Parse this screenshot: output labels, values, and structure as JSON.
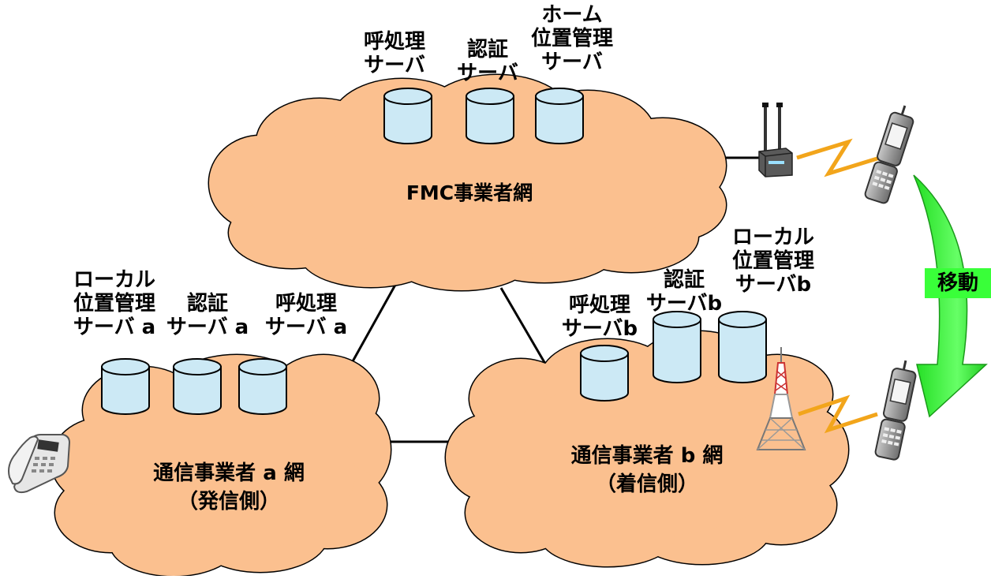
{
  "colors": {
    "cloud_fill": "#fbc08f",
    "cloud_stroke": "#000000",
    "server_fill": "#cce9f5",
    "link": "#000000",
    "radio_wave": "#f2a51b",
    "move_arrow": "#33ff33",
    "move_badge": "#39ff39"
  },
  "networks": {
    "fmc": {
      "label": "FMC事業者網"
    },
    "carrier_a": {
      "line1": "通信事業者 a 網",
      "line2": "（発信側）"
    },
    "carrier_b": {
      "line1": "通信事業者 b 網",
      "line2": "（着信側）"
    }
  },
  "servers": {
    "fmc_call": {
      "line1": "呼処理",
      "line2": "サーバ"
    },
    "fmc_auth": {
      "line1": "認証",
      "line2": "サーバ"
    },
    "fmc_home": {
      "line1": "ホーム",
      "line2": "位置管理",
      "line3": "サーバ"
    },
    "a_local": {
      "line1": "ローカル",
      "line2": "位置管理",
      "line3": "サーバ a"
    },
    "a_auth": {
      "line1": "認証",
      "line2": "サーバ a"
    },
    "a_call": {
      "line1": "呼処理",
      "line2": "サーバ a"
    },
    "b_call": {
      "line1": "呼処理",
      "line2": "サーバb"
    },
    "b_auth": {
      "line1": "認証",
      "line2": "サーバb"
    },
    "b_local": {
      "line1": "ローカル",
      "line2": "位置管理",
      "line3": "サーバb"
    }
  },
  "devices": {
    "desk_phone": "desk-phone-icon",
    "wireless_router": "wireless-router-icon",
    "radio_tower": "radio-tower-icon",
    "mobile_phone": "mobile-phone-icon"
  },
  "movement": {
    "label": "移動"
  }
}
